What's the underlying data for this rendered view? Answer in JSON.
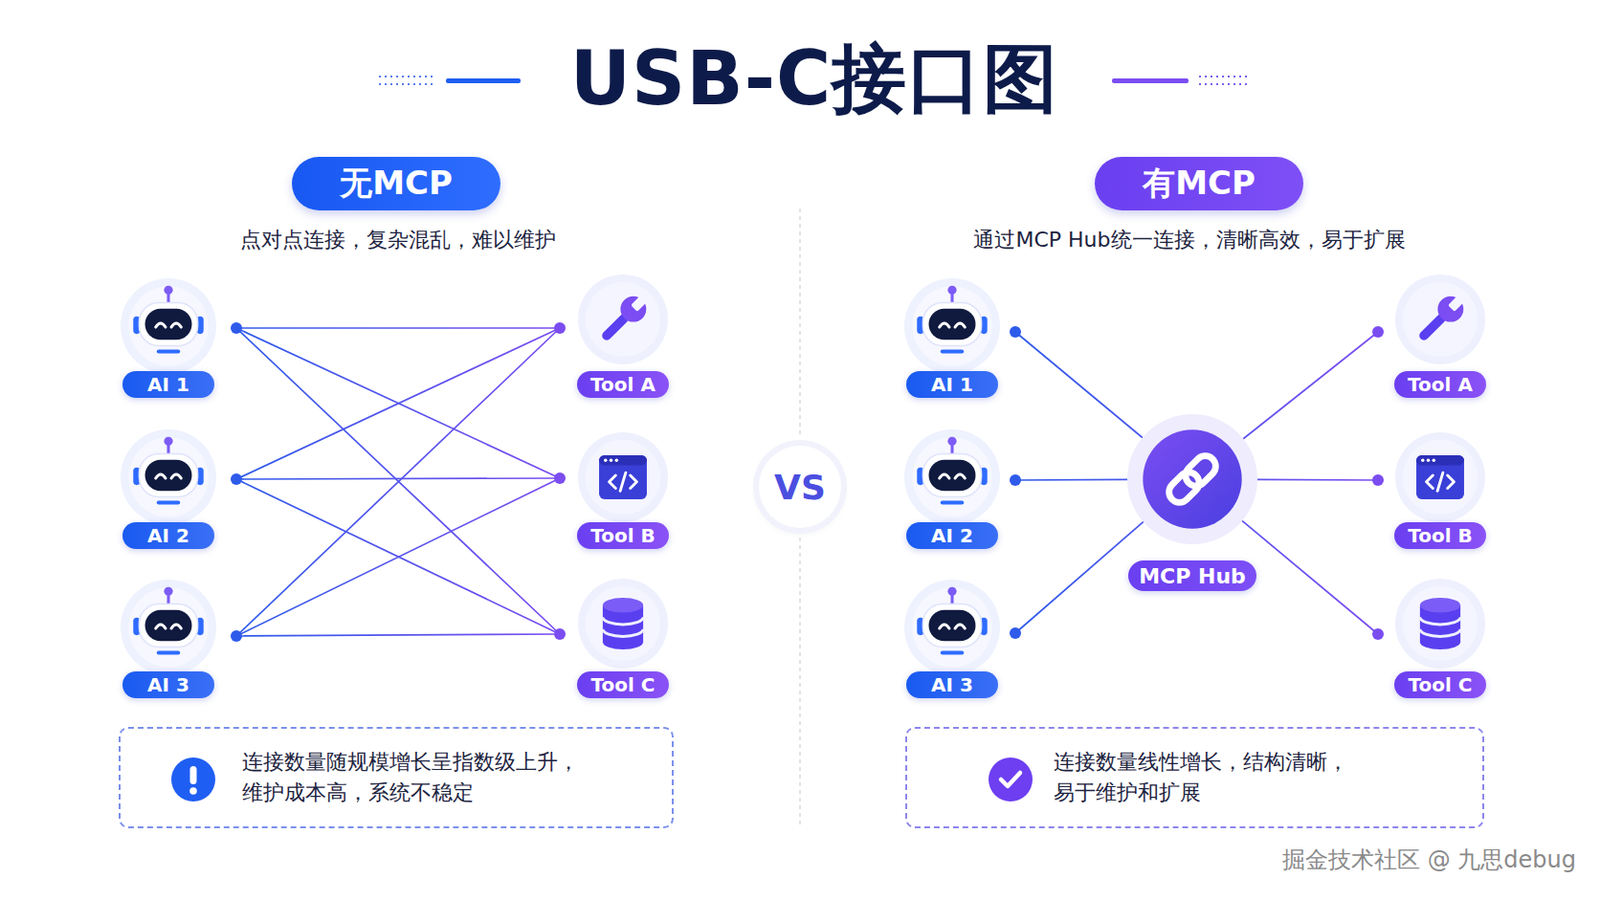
{
  "diagram": {
    "title": "USB-C接口图",
    "nodes": [
      {
        "text": [
          "无MCP"
        ]
      },
      {
        "text": [
          "AI 1"
        ]
      },
      {
        "text": [
          "AI 2"
        ]
      },
      {
        "text": [
          "AI 3"
        ]
      },
      {
        "text": [
          "Tool A"
        ]
      },
      {
        "text": [
          "Tool B"
        ]
      },
      {
        "text": [
          "Tool C"
        ]
      },
      {
        "text": [
          "连接数量随规模增长呈指数级上升， 维护成本高，系统不稳定"
        ]
      },
      {
        "text": [
          "VS"
        ]
      },
      {
        "text": [
          "有MCP"
        ]
      },
      {
        "text": [
          "AI 1"
        ]
      },
      {
        "text": [
          "AI 2"
        ]
      },
      {
        "text": [
          "AI 3"
        ]
      },
      {
        "text": [
          "MCP Hub"
        ]
      },
      {
        "text": [
          "Tool A"
        ]
      },
      {
        "text": [
          "Tool B"
        ]
      },
      {
        "text": [
          "Tool C"
        ]
      },
      {
        "text": [
          "连接数量线性增长，结构清晰， 易于维护和扩展"
        ]
      }
    ],
    "edges": [
      {
        "from": 1,
        "to": 4,
        "arrow": "none"
      },
      {
        "from": 1,
        "to": 5,
        "arrow": "none"
      },
      {
        "from": 1,
        "to": 6,
        "arrow": "none"
      },
      {
        "from": 2,
        "to": 4,
        "arrow": "none"
      },
      {
        "from": 2,
        "to": 5,
        "arrow": "none"
      },
      {
        "from": 2,
        "to": 6,
        "arrow": "none"
      },
      {
        "from": 3,
        "to": 4,
        "arrow": "none"
      },
      {
        "from": 3,
        "to": 5,
        "arrow": "none"
      },
      {
        "from": 3,
        "to": 6,
        "arrow": "none"
      },
      {
        "from": 10,
        "to": 13,
        "arrow": "none"
      },
      {
        "from": 11,
        "to": 13,
        "arrow": "none"
      },
      {
        "from": 12,
        "to": 13,
        "arrow": "none"
      },
      {
        "from": 13,
        "to": 14,
        "arrow": "none"
      },
      {
        "from": 13,
        "to": 15,
        "arrow": "none"
      },
      {
        "from": 13,
        "to": 16,
        "arrow": "none"
      }
    ],
    "labels": [
      "点对点连接，复杂混乱，难以维护",
      "通过MCP Hub统一连接，清晰高效，易于扩展",
      "掘金技术社区 @ 九思debug"
    ]
  }
}
